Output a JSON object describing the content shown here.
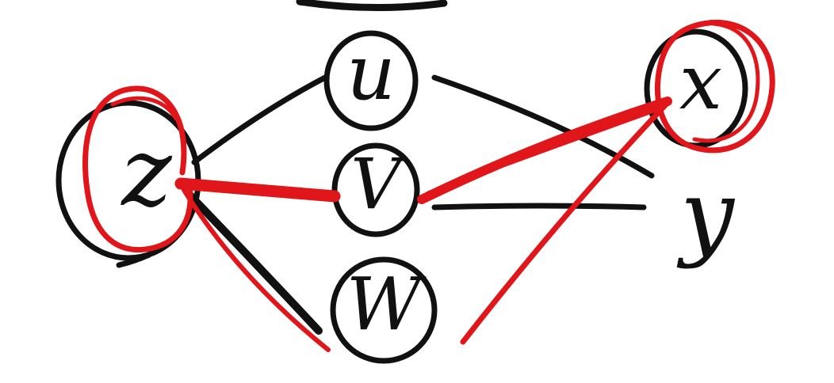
{
  "nodes": {
    "z": {
      "label": "z"
    },
    "u": {
      "label": "u"
    },
    "v": {
      "label": "V"
    },
    "w": {
      "label": "W"
    },
    "x": {
      "label": "x"
    },
    "y": {
      "label": "y"
    }
  },
  "edges": [
    {
      "from": "z",
      "to": "u",
      "highlight": false
    },
    {
      "from": "z",
      "to": "v",
      "highlight": true
    },
    {
      "from": "z",
      "to": "w",
      "highlight": true
    },
    {
      "from": "u",
      "to": "y",
      "highlight": false
    },
    {
      "from": "v",
      "to": "y",
      "highlight": false
    },
    {
      "from": "v",
      "to": "x",
      "highlight": true
    },
    {
      "from": "w",
      "to": "x",
      "highlight": true
    }
  ],
  "highlighted_nodes": [
    "z",
    "x"
  ],
  "colors": {
    "ink": "#111111",
    "highlight": "#e0161b",
    "background": "#ffffff"
  }
}
